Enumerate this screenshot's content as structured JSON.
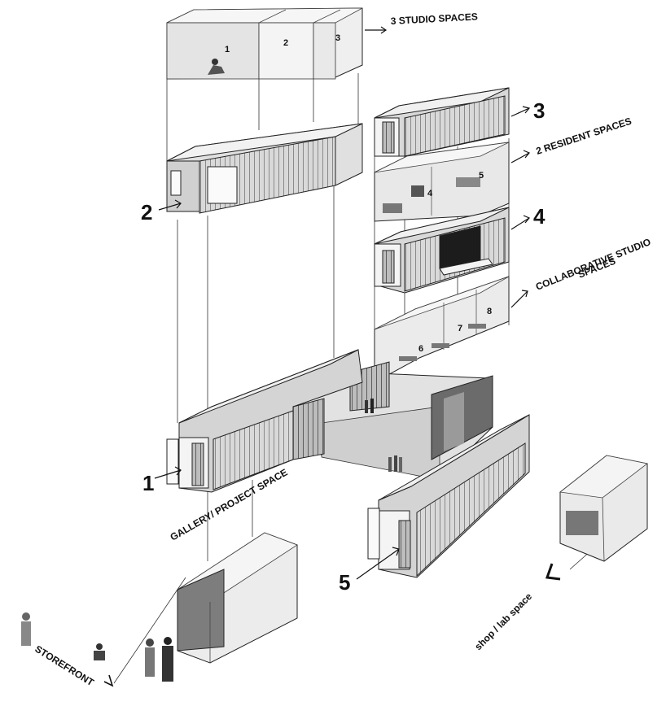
{
  "labels": {
    "studio_spaces": "3 STUDIO SPACES",
    "resident_spaces": "2 RESIDENT SPACES",
    "collab_line1": "COLLABORATIVE STUDIO",
    "collab_line2": "SPACES",
    "gallery": "GALLERY/ PROJECT SPACE",
    "storefront": "STOREFRONT",
    "shop_lab": "shop / lab space"
  },
  "container_numbers": [
    "1",
    "2",
    "3",
    "4",
    "5"
  ],
  "space_numbers": [
    "1",
    "2",
    "3",
    "4",
    "5",
    "6",
    "7",
    "8"
  ]
}
